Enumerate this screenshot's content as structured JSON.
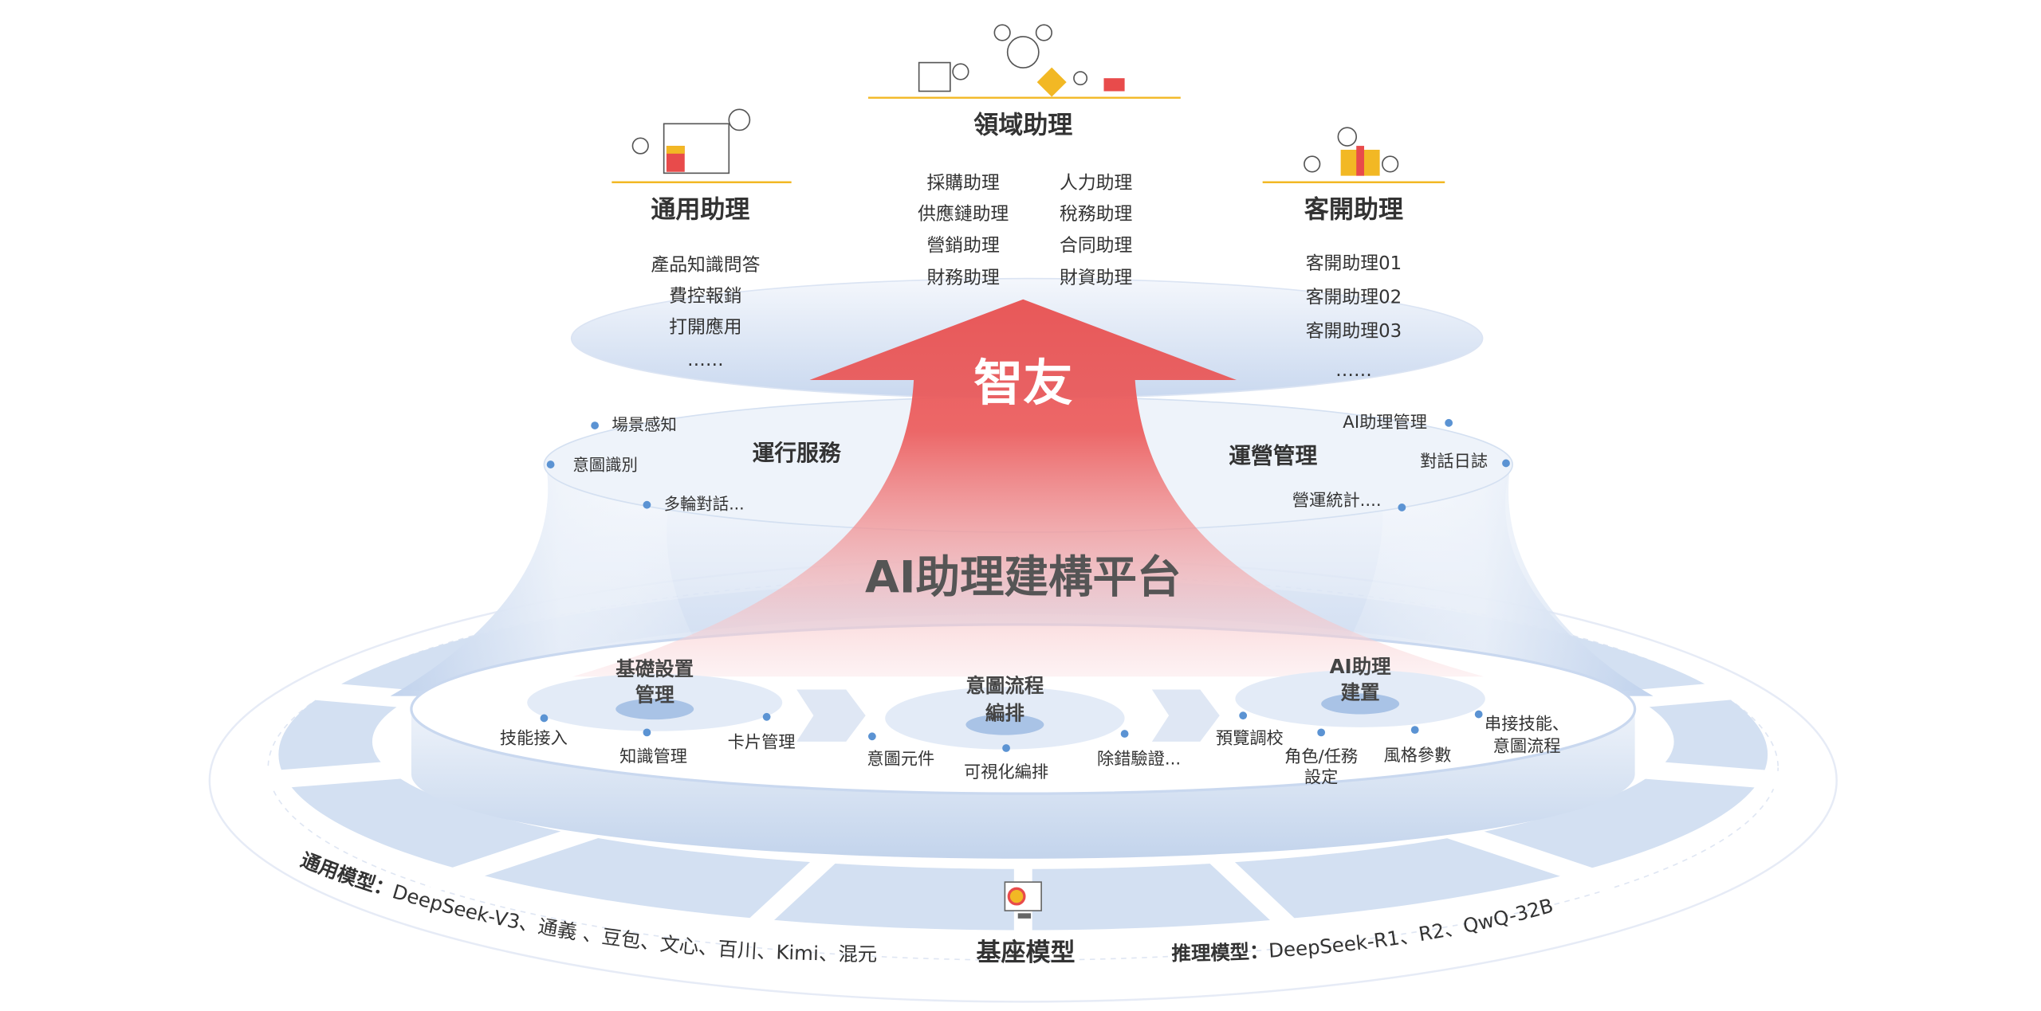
{
  "top": {
    "domain": {
      "title": "領域助理",
      "items": [
        "採購助理",
        "人力助理",
        "供應鏈助理",
        "稅務助理",
        "營銷助理",
        "合同助理",
        "財務助理",
        "財資助理"
      ]
    },
    "general": {
      "title": "通用助理",
      "items": [
        "產品知識問答",
        "費控報銷",
        "打開應用",
        "……"
      ]
    },
    "custom": {
      "title": "客開助理",
      "items": [
        "客開助理01",
        "客開助理02",
        "客開助理03",
        "……"
      ]
    }
  },
  "arrow_label": "智友",
  "platform_title": "AI助理建構平台",
  "runtime": {
    "title": "運行服務",
    "items": [
      "場景感知",
      "意圖識別",
      "多輪對話..."
    ]
  },
  "operations": {
    "title": "運營管理",
    "items": [
      "AI助理管理",
      "對話日誌",
      "營運統計...."
    ]
  },
  "modules": [
    {
      "title_lines": [
        "基礎設置",
        "管理"
      ],
      "items": [
        "技能接入",
        "知識管理",
        "卡片管理"
      ]
    },
    {
      "title_lines": [
        "意圖流程",
        "編排"
      ],
      "items": [
        "意圖元件",
        "可視化編排",
        "除錯驗證..."
      ]
    },
    {
      "title_lines": [
        "AI助理",
        "建置"
      ],
      "items": [
        "預覽調校",
        "角色/任務",
        "設定",
        "風格參數",
        "串接技能、",
        "意圖流程"
      ]
    }
  ],
  "base": {
    "title": "基座模型",
    "general_label": "通用模型：",
    "general_models": "DeepSeek-V3、通義 、豆包、文心、百川、Kimi、混元",
    "reasoning_label": "推理模型：",
    "reasoning_models": "DeepSeek-R1、R2、QwQ-32B"
  },
  "colors": {
    "accent_red": "#e84b4b",
    "accent_yellow": "#f2b824",
    "blue": "#c9d8ef",
    "dot": "#5b93d3"
  }
}
